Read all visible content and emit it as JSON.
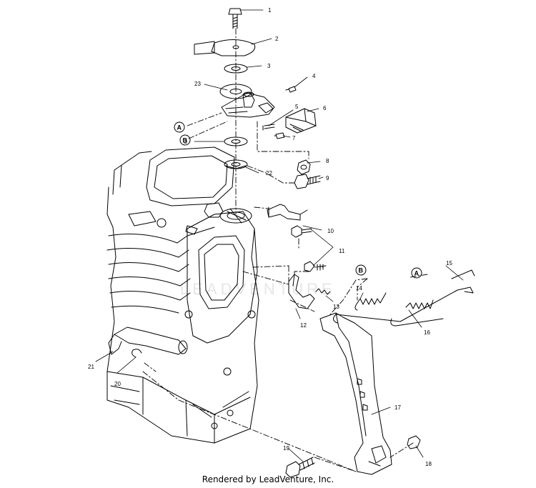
{
  "callouts": [
    "1",
    "2",
    "3",
    "23",
    "4",
    "5",
    "6",
    "7",
    "A",
    "B",
    "3",
    "22",
    "8",
    "9",
    "10",
    "11",
    "B",
    "A",
    "15",
    "14",
    "13",
    "12",
    "16",
    "17",
    "21",
    "20",
    "19",
    "18"
  ],
  "footer": "Rendered by LeadVenture, Inc.",
  "watermark": "LEADVENTURE"
}
